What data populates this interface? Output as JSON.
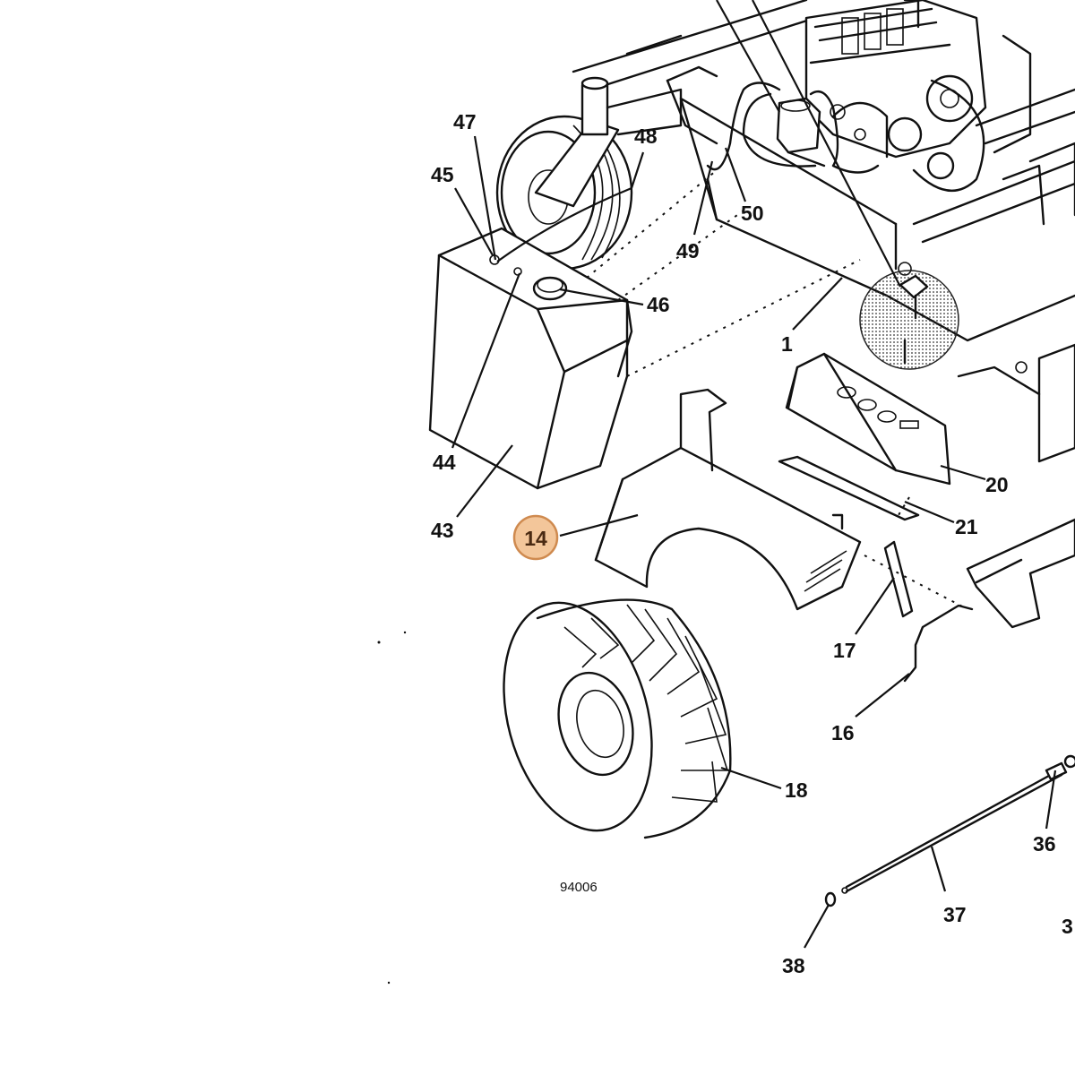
{
  "diagram": {
    "drawing_number": "94006",
    "highlighted_callout": "14",
    "highlight_color": "#f3c69a",
    "callouts": {
      "c47": "47",
      "c48": "48",
      "c45": "45",
      "c46": "46",
      "c50": "50",
      "c49": "49",
      "c1": "1",
      "c44": "44",
      "c43": "43",
      "c20": "20",
      "c21": "21",
      "c14": "14",
      "c17": "17",
      "c16": "16",
      "c18": "18",
      "c36": "36",
      "c37": "37",
      "c38": "38",
      "c3x": "3"
    }
  }
}
